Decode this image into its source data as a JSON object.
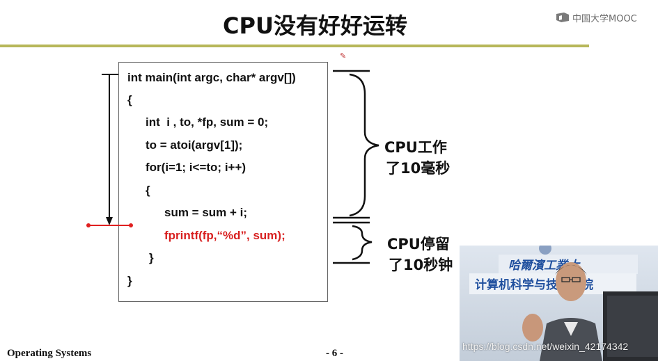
{
  "slide": {
    "title": "CPU没有好好运转",
    "logo_text": "中国大学MOOC",
    "footer_course": "Operating Systems",
    "footer_page": "- 6 -"
  },
  "code": {
    "lines": [
      "int main(int argc, char* argv[])",
      "{",
      "int  i , to, *fp, sum = 0;",
      "to = atoi(argv[1]);",
      "for(i=1; i<=to; i++)",
      "{",
      "sum = sum + i;",
      "fprintf(fp,“%d”, sum);",
      "}",
      "}"
    ],
    "highlight_color": "#d82020"
  },
  "annotations": {
    "cpu_work": [
      "CPU工作",
      "了10毫秒"
    ],
    "cpu_stall": [
      "CPU停留",
      "了10秒钟"
    ]
  },
  "video": {
    "banner_top": "哈爾濱工業大",
    "banner_bottom": "计算机科学与技术学院",
    "watermark": "https://blog.csdn.net/weixin_42174342"
  },
  "colors": {
    "title_rule": "#b7b75a",
    "arrow_red": "#e02020",
    "banner_blue": "#1f4f9e"
  }
}
